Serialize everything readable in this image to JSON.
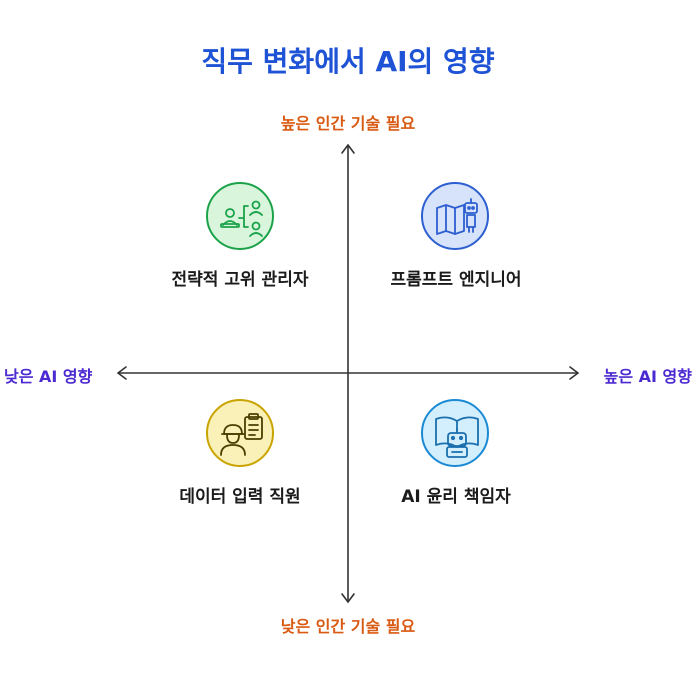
{
  "title": "직무 변화에서 AI의 영향",
  "axes": {
    "top": "높은 인간 기술 필요",
    "bottom": "낮은 인간 기술 필요",
    "left": "낮은 AI 영향",
    "right": "높은 AI 영향"
  },
  "quadrants": {
    "top_left": {
      "label": "전략적 고위 관리자",
      "icon": "people-org-chart-icon"
    },
    "top_right": {
      "label": "프롬프트 엔지니어",
      "icon": "robot-map-icon"
    },
    "bottom_left": {
      "label": "데이터 입력 직원",
      "icon": "worker-clipboard-icon"
    },
    "bottom_right": {
      "label": "AI 윤리 책임자",
      "icon": "robot-book-icon"
    }
  },
  "colors": {
    "title": "#1f53d6",
    "vertical_axis_labels": "#d95a12",
    "horizontal_axis_labels": "#4b2ad1",
    "green": "#1aa34a",
    "blue": "#2d5fd0",
    "yellow": "#c9a400",
    "cyan": "#1a8ad4"
  }
}
